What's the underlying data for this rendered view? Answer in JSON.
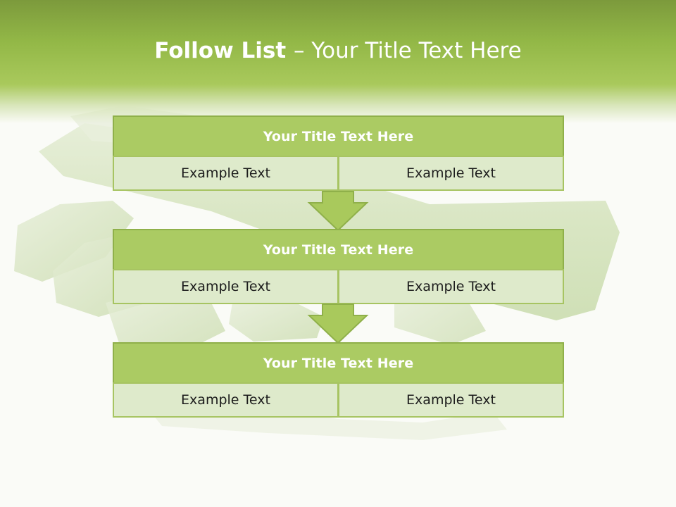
{
  "title": {
    "bold": "Follow List ",
    "rest": " – Your Title Text Here"
  },
  "blocks": [
    {
      "title": "Your Title Text Here",
      "left": "Example Text",
      "right": "Example Text"
    },
    {
      "title": "Your Title Text Here",
      "left": "Example Text",
      "right": "Example Text"
    },
    {
      "title": "Your Title Text Here",
      "left": "Example Text",
      "right": "Example Text"
    }
  ],
  "colors": {
    "header_green": "#93b847",
    "title_box": "#abcb63",
    "cell_fill": "#deeacb",
    "arrow_fill": "#a9c95c"
  }
}
